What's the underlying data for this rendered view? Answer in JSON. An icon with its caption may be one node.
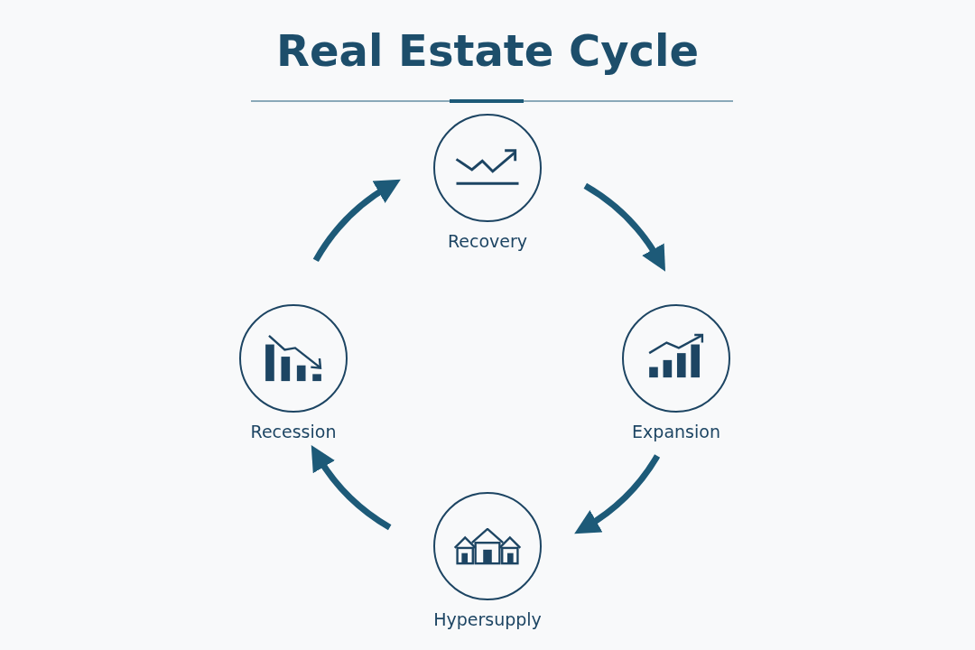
{
  "diagram": {
    "title": "Real Estate Cycle",
    "nodes": [
      {
        "text": [
          "Recovery"
        ]
      },
      {
        "text": [
          "Expansion"
        ]
      },
      {
        "text": [
          "Hypersupply"
        ]
      },
      {
        "text": [
          "Recession"
        ]
      }
    ],
    "edges": [
      {
        "from": 0,
        "to": 1,
        "arrow": "to"
      },
      {
        "from": 1,
        "to": 2,
        "arrow": "to"
      },
      {
        "from": 2,
        "to": 3,
        "arrow": "to"
      },
      {
        "from": 3,
        "to": 0,
        "arrow": "to"
      }
    ]
  }
}
